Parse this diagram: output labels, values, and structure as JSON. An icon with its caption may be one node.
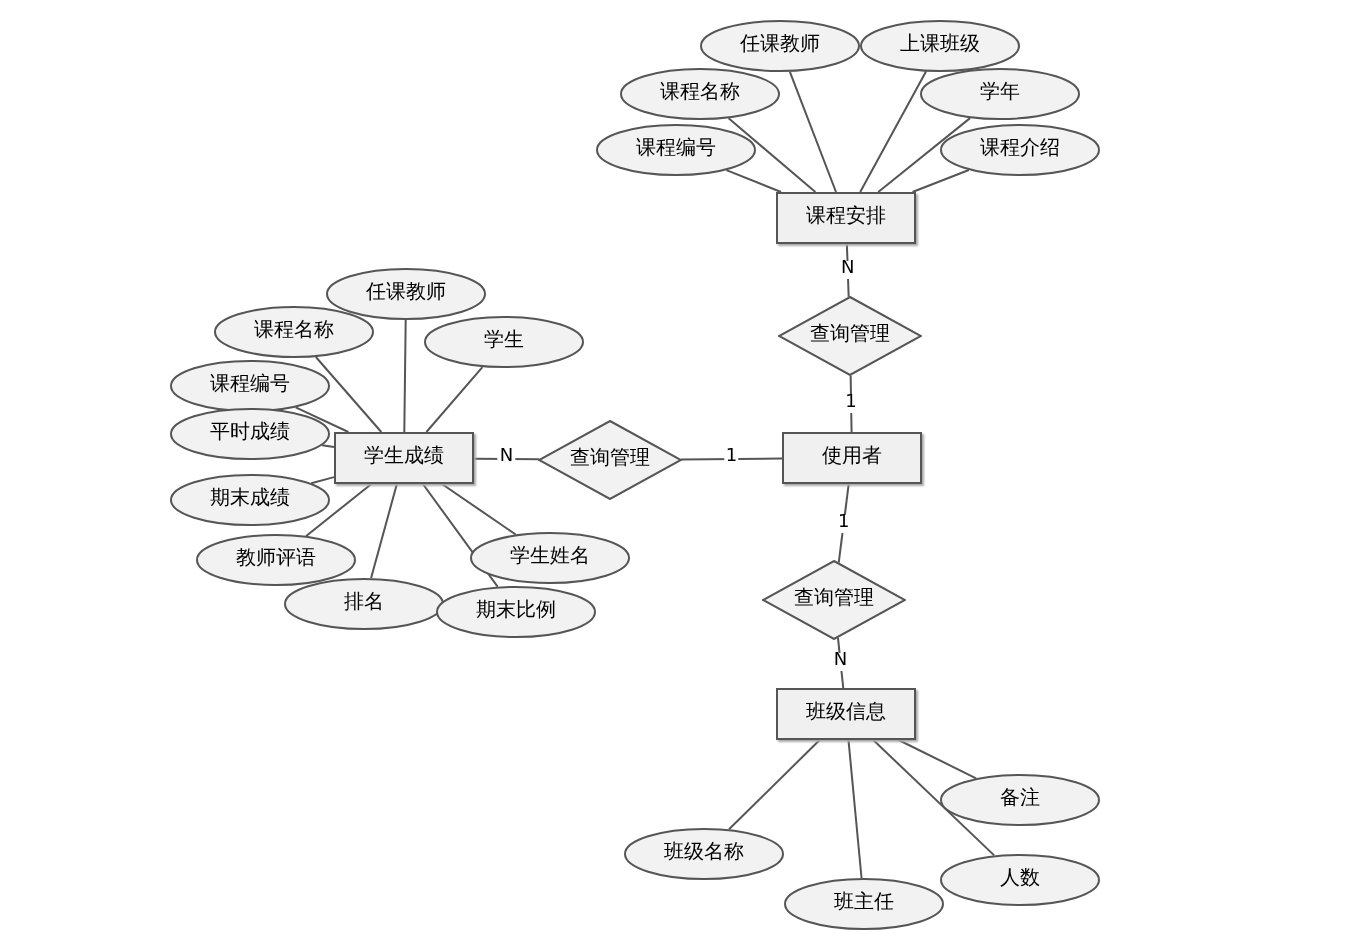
{
  "diagram": {
    "nodes": [
      {
        "text": [
          "任课教师"
        ]
      },
      {
        "text": [
          "上课班级"
        ]
      },
      {
        "text": [
          "课程名称"
        ]
      },
      {
        "text": [
          "学年"
        ]
      },
      {
        "text": [
          "课程编号"
        ]
      },
      {
        "text": [
          "课程介绍"
        ]
      },
      {
        "text": [
          "课程安排"
        ]
      },
      {
        "text": [
          "查询管理"
        ]
      },
      {
        "text": [
          "任课教师"
        ]
      },
      {
        "text": [
          "课程名称"
        ]
      },
      {
        "text": [
          "学生"
        ]
      },
      {
        "text": [
          "课程编号"
        ]
      },
      {
        "text": [
          "平时成绩"
        ]
      },
      {
        "text": [
          "学生成绩"
        ]
      },
      {
        "text": [
          "查询管理"
        ]
      },
      {
        "text": [
          "使用者"
        ]
      },
      {
        "text": [
          "期末成绩"
        ]
      },
      {
        "text": [
          "学生姓名"
        ]
      },
      {
        "text": [
          "教师评语"
        ]
      },
      {
        "text": [
          "排名"
        ]
      },
      {
        "text": [
          "期末比例"
        ]
      },
      {
        "text": [
          "查询管理"
        ]
      },
      {
        "text": [
          "班级信息"
        ]
      },
      {
        "text": [
          "备注"
        ]
      },
      {
        "text": [
          "班级名称"
        ]
      },
      {
        "text": [
          "人数"
        ]
      },
      {
        "text": [
          "班主任"
        ]
      }
    ],
    "edges": [
      {
        "from": 6,
        "to": 0,
        "arrow": "none"
      },
      {
        "from": 6,
        "to": 1,
        "arrow": "none"
      },
      {
        "from": 6,
        "to": 2,
        "arrow": "none"
      },
      {
        "from": 6,
        "to": 3,
        "arrow": "none"
      },
      {
        "from": 6,
        "to": 4,
        "arrow": "none"
      },
      {
        "from": 6,
        "to": 5,
        "arrow": "none"
      },
      {
        "from": 6,
        "to": 7,
        "arrow": "none",
        "label": "N"
      },
      {
        "from": 7,
        "to": 15,
        "arrow": "none",
        "label": "1"
      },
      {
        "from": 13,
        "to": 8,
        "arrow": "none"
      },
      {
        "from": 13,
        "to": 9,
        "arrow": "none"
      },
      {
        "from": 13,
        "to": 10,
        "arrow": "none"
      },
      {
        "from": 13,
        "to": 11,
        "arrow": "none"
      },
      {
        "from": 13,
        "to": 12,
        "arrow": "none"
      },
      {
        "from": 13,
        "to": 16,
        "arrow": "none"
      },
      {
        "from": 13,
        "to": 17,
        "arrow": "none"
      },
      {
        "from": 13,
        "to": 18,
        "arrow": "none"
      },
      {
        "from": 13,
        "to": 19,
        "arrow": "none"
      },
      {
        "from": 13,
        "to": 20,
        "arrow": "none"
      },
      {
        "from": 13,
        "to": 14,
        "arrow": "none",
        "label": "N"
      },
      {
        "from": 14,
        "to": 15,
        "arrow": "none",
        "label": "1"
      },
      {
        "from": 15,
        "to": 21,
        "arrow": "none",
        "label": "1"
      },
      {
        "from": 21,
        "to": 22,
        "arrow": "none",
        "label": "N"
      },
      {
        "from": 22,
        "to": 23,
        "arrow": "none"
      },
      {
        "from": 22,
        "to": 24,
        "arrow": "none"
      },
      {
        "from": 22,
        "to": 25,
        "arrow": "none"
      },
      {
        "from": 22,
        "to": 26,
        "arrow": "none"
      }
    ]
  }
}
